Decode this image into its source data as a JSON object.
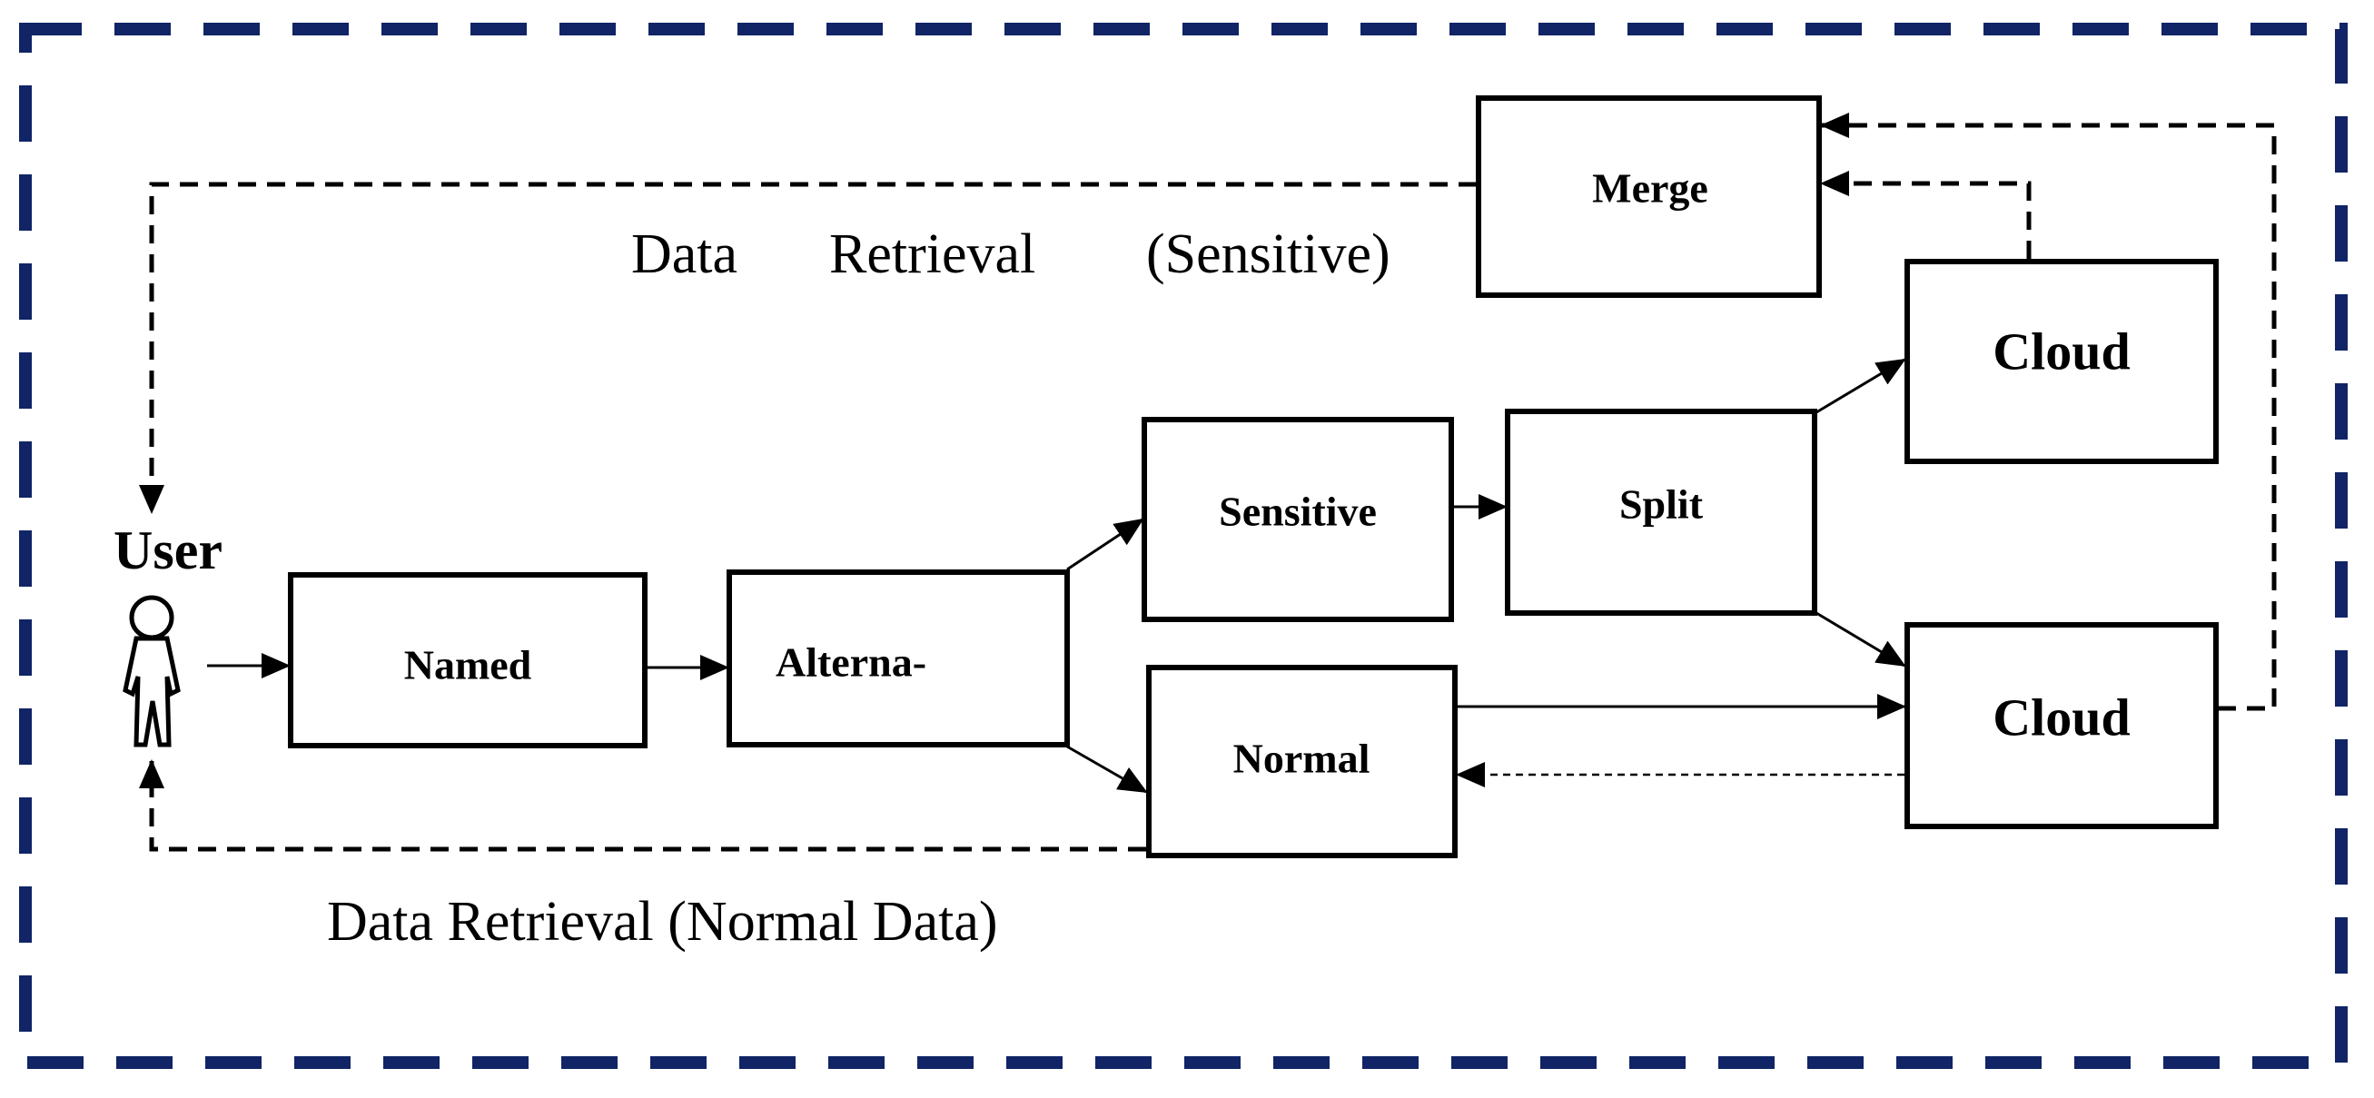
{
  "colors": {
    "frame": "#102466",
    "stroke": "#000000",
    "background": "#ffffff"
  },
  "user": {
    "label": "User",
    "icon": "person-icon"
  },
  "nodes": {
    "named": "Named",
    "alterna": "Alterna-",
    "sensitive": "Sensitive",
    "normal": "Normal",
    "split": "Split",
    "cloud_top": "Cloud",
    "cloud_bottom": "Cloud",
    "merge": "Merge"
  },
  "captions": {
    "sensitive_retrieval": [
      "Data",
      "Retrieval",
      "(Sensitive)"
    ],
    "normal_retrieval": "Data Retrieval (Normal Data)"
  }
}
